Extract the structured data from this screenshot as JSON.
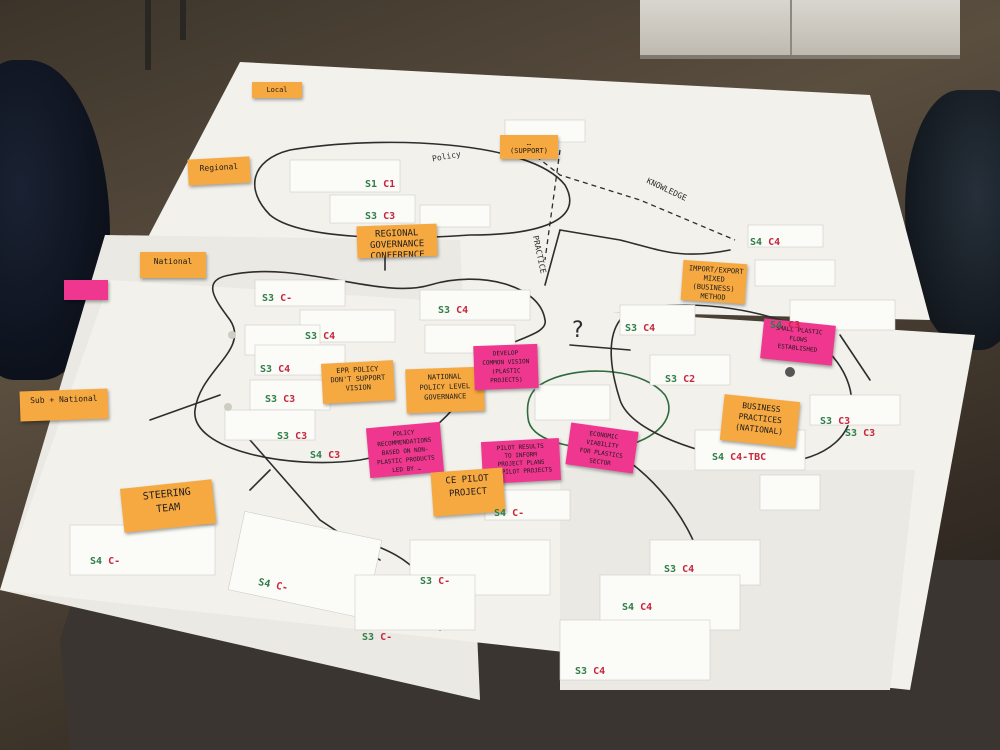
{
  "scene": {
    "colors": {
      "sticky_orange": "#f7a941",
      "sticky_pink": "#f0378f",
      "paper": "#f2f1ec",
      "code_green": "#2e7d46",
      "code_red": "#c8253c",
      "floor": "#4a4034"
    }
  },
  "notes": {
    "regional_governance": "REGIONAL\nGOVERNANCE\nCONFERENCE",
    "top_center": "… (SUPPORT)",
    "imports_mixed": "IMPORT/EXPORT\nMIXED\n(BUSINESS) METHOD\nMETHOD",
    "epr_policy": "EPR POLICY\nDON'T SUPPORT\nVISION",
    "national_governance": "NATIONAL\nPOLICY LEVEL\nGOVERNANCE",
    "develop_common": "DEVELOP\nCOMMON VISION\n(PLASTIC PROJECTS)",
    "business_practices": "BUSINESS\nPRACTICES\n(NATIONAL)",
    "small_plastic": "SMALL PLASTIC\nFLOWS\nESTABLISHED",
    "policy_recommendations": "POLICY RECOMMENDATIONS\nBASED ON NON-\nPLASTIC PRODUCTS\nLED BY …",
    "pilot_results": "PILOT RESULTS\nTO INFORM\nPROJECT PLANS\nCE PILOT PROJECTS",
    "economic_viability": "ECONOMIC\nVIABILITY\nFOR PLASTICS SECTOR",
    "ce_pilot": "CE PILOT\nPROJECT",
    "steering_team": "STEERING\nTEAM"
  },
  "tags": {
    "local": "Local",
    "regional": "Regional",
    "national": "National",
    "sub_national": "Sub + National",
    "policy": "Policy",
    "knowledge": "KNOWLEDGE",
    "practice": "PRACTICE"
  },
  "codes": [
    {
      "s": "S1",
      "c": "C1"
    },
    {
      "s": "S3",
      "c": "C3"
    },
    {
      "s": "S4",
      "c": "C4"
    },
    {
      "s": "S3",
      "c": "C-"
    },
    {
      "s": "S3",
      "c": "C4"
    },
    {
      "s": "S3",
      "c": "C4"
    },
    {
      "s": "S3",
      "c": "C3"
    },
    {
      "s": "S3",
      "c": "C4"
    },
    {
      "s": "S3",
      "c": "C3"
    },
    {
      "s": "S4",
      "c": "C-"
    },
    {
      "s": "S3",
      "c": "C4"
    },
    {
      "s": "S3",
      "c": "C3"
    },
    {
      "s": "S3",
      "c": "C2"
    },
    {
      "s": "S4",
      "c": "C4-TBC"
    },
    {
      "s": "S4",
      "c": "C-"
    },
    {
      "s": "S4",
      "c": "C-"
    },
    {
      "s": "S3",
      "c": "C-"
    },
    {
      "s": "S3",
      "c": "C4"
    },
    {
      "s": "S4",
      "c": "C4"
    },
    {
      "s": "S3",
      "c": "C-"
    },
    {
      "s": "S4",
      "c": "C3"
    },
    {
      "s": "S3",
      "c": "C4"
    },
    {
      "s": "S4",
      "c": "C3"
    },
    {
      "s": "S3",
      "c": "C3"
    }
  ],
  "question_mark": "?"
}
